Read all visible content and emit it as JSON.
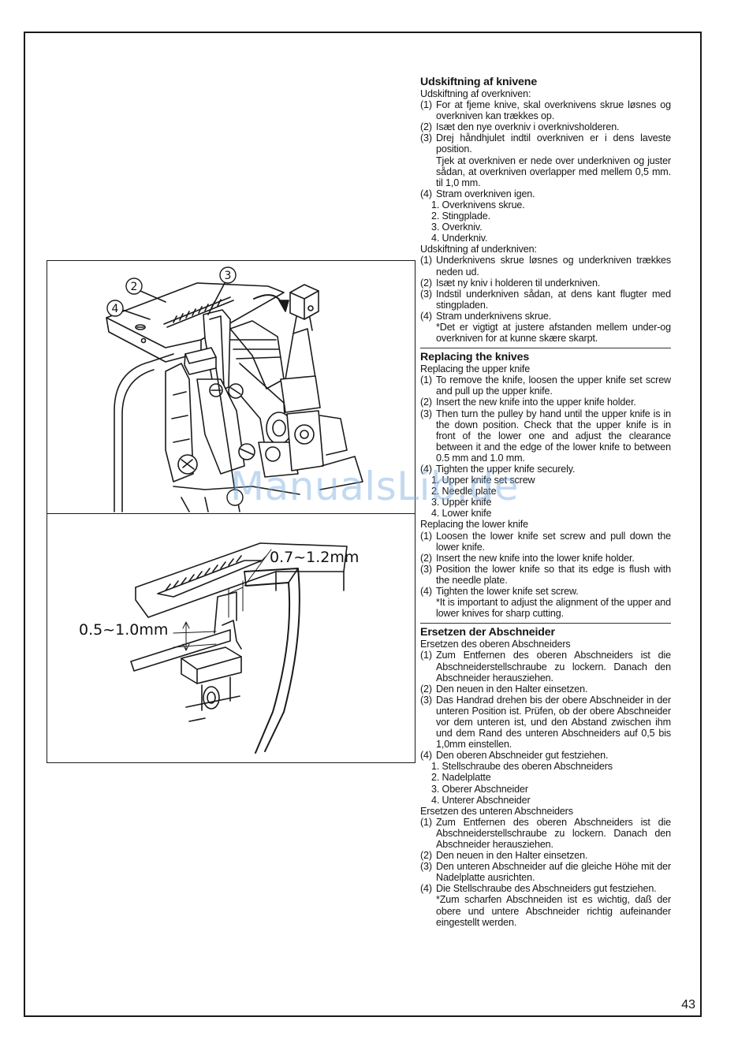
{
  "figure": {
    "callouts": [
      "2",
      "3",
      "4"
    ],
    "dim_top": "0.7~1.2mm",
    "dim_left": "0.5~1.0mm"
  },
  "danish": {
    "title": "Udskiftning af knivene",
    "upper_sub": "Udskiftning af overkniven:",
    "upper_steps": [
      {
        "num": "(1)",
        "text": "For at fjeme knive, skal overknivens skrue løsnes og overkniven kan trækkes op."
      },
      {
        "num": "(2)",
        "text": "Isæt den nye overkniv i overknivsholderen."
      },
      {
        "num": "(3)",
        "text": "Drej håndhjulet indtil overkniven er i dens laveste position."
      }
    ],
    "upper_step3_extra": "Tjek at overkniven er nede over underkniven og juster sådan, at overkniven overlapper med mellem 0,5 mm. til 1,0 mm.",
    "upper_step4": {
      "num": "(4)",
      "text": "Stram overkniven igen."
    },
    "parts": [
      "1. Overknivens skrue.",
      "2. Stingplade.",
      "3. Overkniv.",
      "4. Underkniv."
    ],
    "lower_sub": "Udskiftning af underkniven:",
    "lower_steps": [
      {
        "num": "(1)",
        "text": "Underknivens skrue løsnes og underkniven trækkes neden ud."
      },
      {
        "num": "(2)",
        "text": "Isæt ny kniv i holderen til underkniven."
      },
      {
        "num": "(3)",
        "text": "Indstil underkniven sådan, at dens kant flugter med stingpladen."
      },
      {
        "num": "(4)",
        "text": "Stram underknivens skrue."
      }
    ],
    "note": "*Det er vigtigt at justere afstanden mellem under-og overkniven for at kunne skære skarpt."
  },
  "english": {
    "title": "Replacing the knives",
    "upper_sub": "Replacing the upper knife",
    "upper_steps": [
      {
        "num": "(1)",
        "text": "To remove the knife, loosen the upper knife set screw and pull up the upper knife."
      },
      {
        "num": "(2)",
        "text": "Insert the new knife into the upper knife holder."
      },
      {
        "num": "(3)",
        "text": "Then turn the pulley by hand until the upper knife is in the down position. Check that the upper knife is in front of the lower one and adjust the clearance between it and the edge of the lower knife to between 0.5 mm and 1.0 mm."
      },
      {
        "num": "(4)",
        "text": "Tighten the upper knife securely."
      }
    ],
    "parts": [
      "1. Upper knife set screw",
      "2. Needle plate",
      "3. Upper knife",
      "4. Lower knife"
    ],
    "lower_sub": "Replacing the lower knife",
    "lower_steps": [
      {
        "num": "(1)",
        "text": "Loosen the lower knife set screw and pull down the lower knife."
      },
      {
        "num": "(2)",
        "text": "Insert the new knife into the lower knife holder."
      },
      {
        "num": "(3)",
        "text": "Position the lower knife so that its edge is flush with the needle plate."
      },
      {
        "num": "(4)",
        "text": "Tighten the lower knife set screw."
      }
    ],
    "note": "*It is important to adjust the alignment of the upper and lower knives for sharp cutting."
  },
  "german": {
    "title": "Ersetzen der Abschneider",
    "upper_sub": "Ersetzen des oberen Abschneiders",
    "upper_steps": [
      {
        "num": "(1)",
        "text": "Zum Entfernen des oberen Abschneiders ist die Abschneiderstellschraube zu lockern. Danach den Abschneider herausziehen."
      },
      {
        "num": "(2)",
        "text": "Den neuen in den Halter einsetzen."
      },
      {
        "num": "(3)",
        "text": "Das Handrad drehen bis der obere Abschneider in der unteren Position ist. Prüfen, ob der obere Abschneider vor dem unteren ist, und den Abstand zwischen ihm und dem Rand des unteren Abschneiders auf 0,5 bis 1,0mm einstellen."
      },
      {
        "num": "(4)",
        "text": "Den oberen Abschneider gut festziehen."
      }
    ],
    "parts": [
      "1. Stellschraube des oberen Abschneiders",
      "2. Nadelplatte",
      "3. Oberer Abschneider",
      "4. Unterer Abschneider"
    ],
    "lower_sub": "Ersetzen des unteren Abschneiders",
    "lower_steps": [
      {
        "num": "(1)",
        "text": "Zum Entfernen des oberen Abschneiders ist die Abschneiderstellschraube zu lockern. Danach den Abschneider herausziehen."
      },
      {
        "num": "(2)",
        "text": "Den neuen in den Halter einsetzen."
      },
      {
        "num": "(3)",
        "text": "Den unteren Abschneider auf die gleiche Höhe mit der Nadelplatte ausrichten."
      },
      {
        "num": "(4)",
        "text": "Die Stellschraube des Abschneiders gut festziehen."
      }
    ],
    "note": "*Zum scharfen Abschneiden ist es wichtig, daß der obere und untere Abschneider richtig aufeinander eingestellt werden."
  },
  "page_number": "43",
  "watermark": "ManualsLib.de"
}
